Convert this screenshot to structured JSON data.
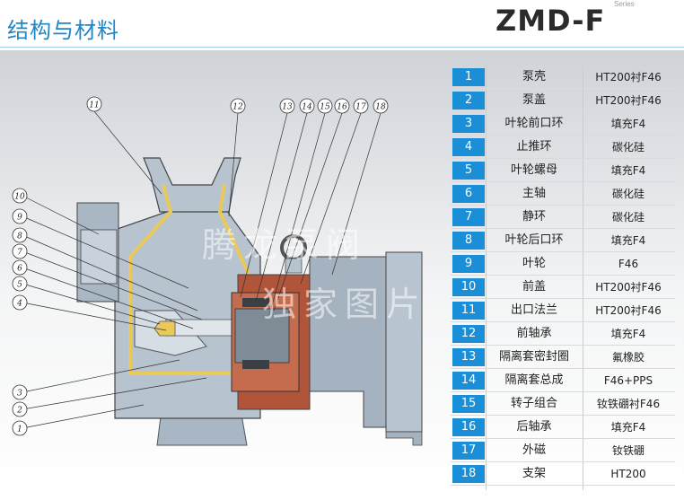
{
  "header": {
    "title": "结构与材料",
    "brand": "ZMD-F",
    "series": "Series"
  },
  "watermark": {
    "line1": "腾龙泵阀",
    "line2": "独家图片"
  },
  "callouts": [
    "1",
    "2",
    "3",
    "4",
    "5",
    "6",
    "7",
    "8",
    "9",
    "10",
    "11",
    "12",
    "13",
    "14",
    "15",
    "16",
    "17",
    "18"
  ],
  "parts": [
    {
      "no": "1",
      "name": "泵壳",
      "material": "HT200衬F46"
    },
    {
      "no": "2",
      "name": "泵盖",
      "material": "HT200衬F46"
    },
    {
      "no": "3",
      "name": "叶轮前口环",
      "material": "填充F4"
    },
    {
      "no": "4",
      "name": "止推环",
      "material": "碳化硅"
    },
    {
      "no": "5",
      "name": "叶轮螺母",
      "material": "填充F4"
    },
    {
      "no": "6",
      "name": "主轴",
      "material": "碳化硅"
    },
    {
      "no": "7",
      "name": "静环",
      "material": "碳化硅"
    },
    {
      "no": "8",
      "name": "叶轮后口环",
      "material": "填充F4"
    },
    {
      "no": "9",
      "name": "叶轮",
      "material": "F46"
    },
    {
      "no": "10",
      "name": "前盖",
      "material": "HT200衬F46"
    },
    {
      "no": "11",
      "name": "出口法兰",
      "material": "HT200衬F46"
    },
    {
      "no": "12",
      "name": "前轴承",
      "material": "填充F4"
    },
    {
      "no": "13",
      "name": "隔离套密封圈",
      "material": "氟橡胶"
    },
    {
      "no": "14",
      "name": "隔离套总成",
      "material": "F46+PPS"
    },
    {
      "no": "15",
      "name": "转子组合",
      "material": "钕铁硼衬F46"
    },
    {
      "no": "16",
      "name": "后轴承",
      "material": "填充F4"
    },
    {
      "no": "17",
      "name": "外磁",
      "material": "钕铁硼"
    },
    {
      "no": "18",
      "name": "支架",
      "material": "HT200"
    }
  ],
  "colors": {
    "accent": "#1a8ed6",
    "casing": "#b7c3cf",
    "lining": "#e9c95a",
    "magnet": "#b0543a"
  }
}
